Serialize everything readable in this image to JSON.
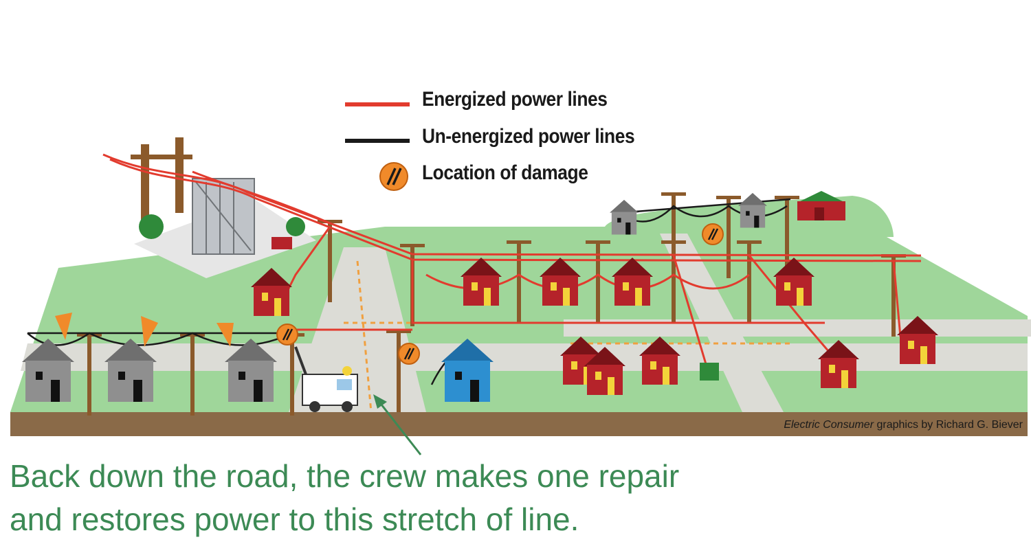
{
  "legend": {
    "energized_label": "Energized power lines",
    "unenergized_label": "Un-energized power lines",
    "damage_label": "Location of damage"
  },
  "credit": {
    "publication": "Electric Consumer",
    "rest": " graphics by Richard G. Biever"
  },
  "caption": {
    "line1": "Back down the road, the crew makes one repair",
    "line2": "and restores power to this stretch of line."
  },
  "colors": {
    "energized_line": "#e23b2e",
    "unenergized_line": "#1a1a1a",
    "damage_marker": "#f08a2a",
    "grass": "#9fd69a",
    "road": "#dcdcd6",
    "ground_edge": "#8a6a48",
    "house_red": "#b5232a",
    "house_gray": "#8f8f8f",
    "house_blue": "#2d8fd0",
    "caption_text": "#3c8a55",
    "callout_arrow": "#3c8a55"
  },
  "icons": [
    "damage-marker-icon",
    "house-icon",
    "utility-pole-icon",
    "substation-icon",
    "service-truck-icon",
    "barn-icon",
    "transformer-icon",
    "callout-arrow-icon"
  ]
}
